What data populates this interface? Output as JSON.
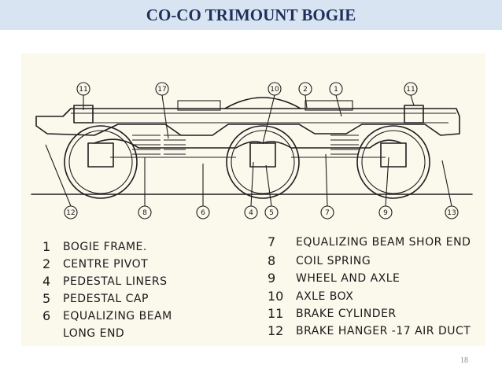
{
  "slide": {
    "title": "CO-CO TRIMOUNT BOGIE",
    "page_number": "18"
  },
  "diagram": {
    "callouts": [
      "11",
      "17",
      "10",
      "2",
      "1",
      "11",
      "12",
      "8",
      "6",
      "4",
      "5",
      "7",
      "9",
      "13"
    ],
    "legend_left": [
      {
        "num": "1",
        "text": "BOGIE FRAME."
      },
      {
        "num": "2",
        "text": "CENTRE PIVOT"
      },
      {
        "num": "4",
        "text": "PEDESTAL LINERS"
      },
      {
        "num": "5",
        "text": "PEDESTAL CAP"
      },
      {
        "num": "6",
        "text": "EQUALIZING BEAM"
      },
      {
        "num": "",
        "text": "LONG END"
      }
    ],
    "legend_right": [
      {
        "num": "7",
        "text": "EQUALIZING BEAM SHOR END"
      },
      {
        "num": "8",
        "text": "COIL SPRING"
      },
      {
        "num": "9",
        "text": "WHEEL AND AXLE"
      },
      {
        "num": "10",
        "text": "AXLE BOX"
      },
      {
        "num": "11",
        "text": "BRAKE CYLINDER"
      },
      {
        "num": "12",
        "text": "BRAKE HANGER -17 AIR DUCT"
      }
    ]
  }
}
